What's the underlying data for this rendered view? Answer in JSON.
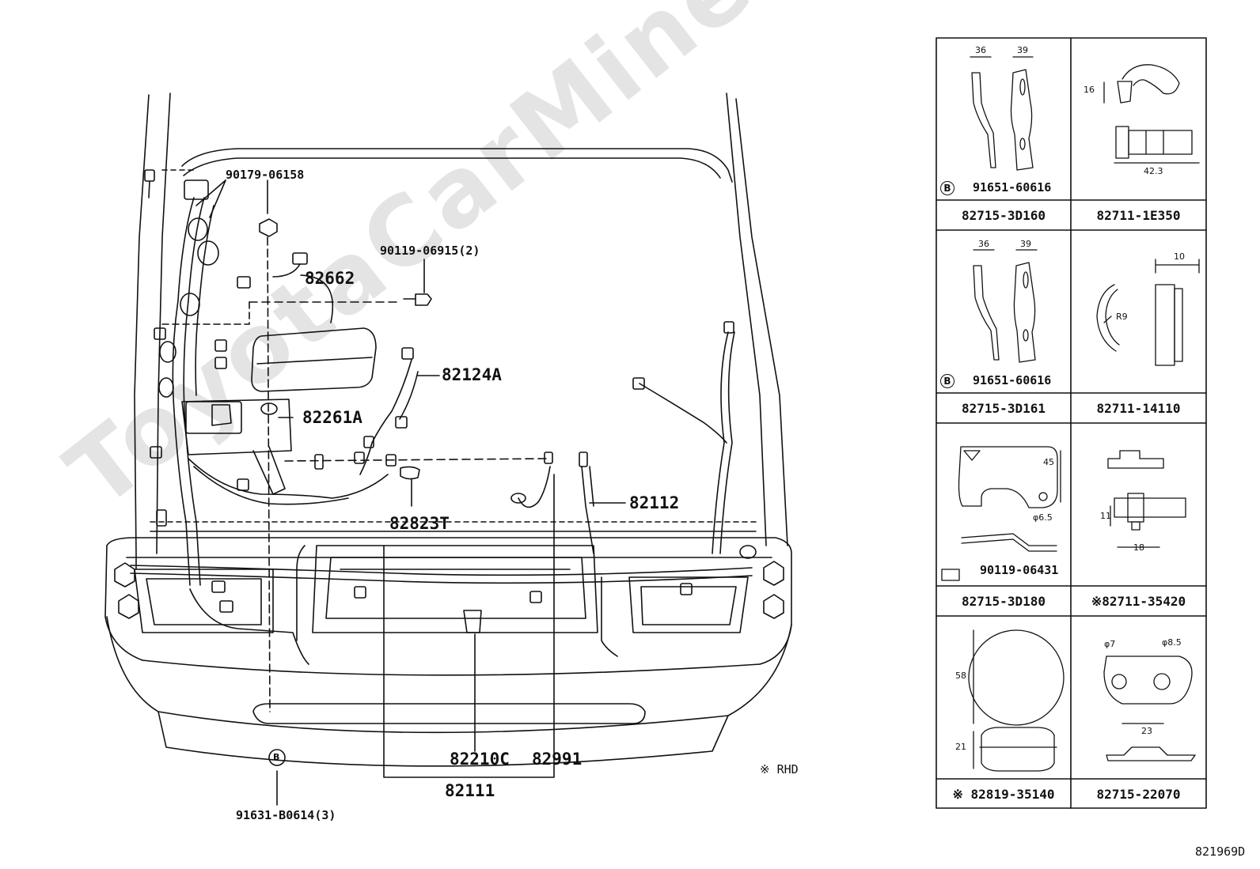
{
  "watermark": "ToyotaCarMines.ru",
  "diagram_id": "821969D",
  "main_labels": {
    "l90179": "90179-06158",
    "l82662": "82662",
    "l90119a": "90119-06915(2)",
    "l82124A": "82124A",
    "l82261A": "82261A",
    "l82823T": "82823T",
    "l82112": "82112",
    "l82210C": "82210C",
    "l82991": "82991",
    "l82111": "82111",
    "l91631": "91631-B0614(3)",
    "rhd_note": "※ RHD",
    "b_marker": "B"
  },
  "parts_table": {
    "cells": [
      {
        "part": "82715-3D160",
        "sub": "91651-60616",
        "dims": [
          "36",
          "39"
        ]
      },
      {
        "part": "82711-1E350",
        "dims": [
          "16",
          "42.3"
        ]
      },
      {
        "part": "82715-3D161",
        "sub": "91651-60616",
        "dims": [
          "36",
          "39"
        ]
      },
      {
        "part": "82711-14110",
        "dims": [
          "10",
          "R9"
        ]
      },
      {
        "part": "82715-3D180",
        "sub": "90119-06431",
        "dims": [
          "45",
          "φ6.5"
        ]
      },
      {
        "part": "※82711-35420",
        "dims": [
          "11",
          "18"
        ]
      },
      {
        "part": "※ 82819-35140",
        "dims": [
          "58",
          "21"
        ]
      },
      {
        "part": "82715-22070",
        "dims": [
          "φ7",
          "φ8.5",
          "23"
        ]
      }
    ]
  }
}
